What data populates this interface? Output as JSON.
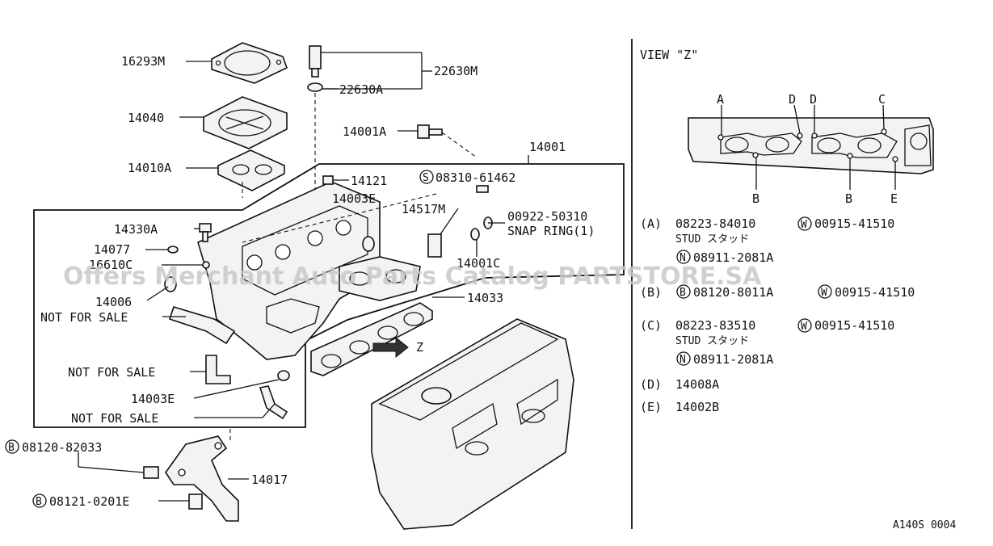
{
  "parts": {
    "p16293m": "16293M",
    "p14040": "14040",
    "p14010a": "14010A",
    "p22630m": "22630M",
    "p22630a": "22630A",
    "p14001a": "14001A",
    "p14001": "14001",
    "p14121": "14121",
    "p14003e_top": "14003E",
    "p08310": "08310-61462",
    "p14517m": "14517M",
    "p00922": "00922-50310",
    "snap_ring": "SNAP RING(1)",
    "p14330a": "14330A",
    "p14077": "14077",
    "p16610c": "16610C",
    "p14006": "14006",
    "nfs1": "NOT FOR SALE",
    "p14001c": "14001C",
    "p14033": "14033",
    "z_label": "Z",
    "nfs2": "NOT FOR SALE",
    "p14003e_bot": "14003E",
    "nfs3": "NOT FOR SALE",
    "p08120": "08120-82033",
    "p14017": "14017",
    "p08121": "08121-0201E"
  },
  "bolt_marker_b": "B",
  "bolt_marker_s": "S",
  "watermark": "Offers Merchant Auto Parts Catalog PARTSTORE.SA",
  "view": {
    "title": "VIEW \"Z\"",
    "letters": {
      "a": "A",
      "d1": "D",
      "d2": "D",
      "c": "C",
      "b1": "B",
      "b2": "B",
      "e": "E"
    }
  },
  "legend": {
    "a_key": "(A)",
    "a_part": "08223-84010",
    "a_washer_mark": "W",
    "a_washer": "00915-41510",
    "a_desc": "STUD スタッド",
    "a_nut_mark": "N",
    "a_nut": "08911-2081A",
    "b_key": "(B)",
    "b_bolt_mark": "B",
    "b_part": "08120-8011A",
    "b_washer_mark": "W",
    "b_washer": "00915-41510",
    "c_key": "(C)",
    "c_part": "08223-83510",
    "c_washer_mark": "W",
    "c_washer": "00915-41510",
    "c_desc": "STUD スタッド",
    "c_nut_mark": "N",
    "c_nut": "08911-2081A",
    "d_key": "(D)",
    "d_part": "14008A",
    "e_key": "(E)",
    "e_part": "14002B"
  },
  "diagram_code": "A140S 0004"
}
